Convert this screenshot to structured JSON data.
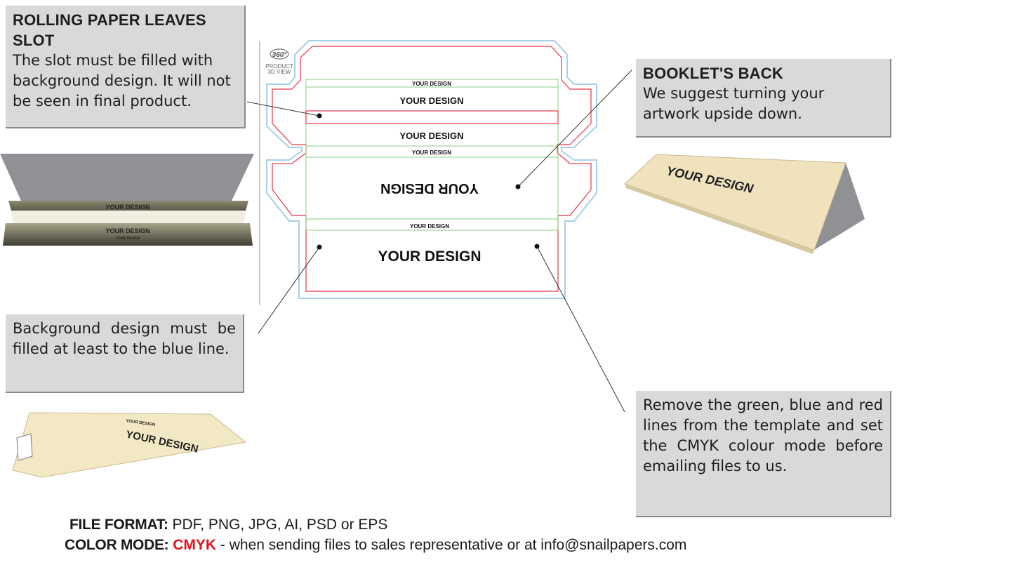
{
  "notes": {
    "slot": {
      "title": "ROLLING PAPER LEAVES SLOT",
      "body": "The slot must be filled with background design. It will not be seen in final product."
    },
    "back": {
      "title": "BOOKLET'S BACK",
      "body": "We suggest turning your artwork upside down."
    },
    "background": {
      "body": "Background design must be filled at least to the blue line."
    },
    "remove": {
      "body": "Remove the green, blue and red lines from the template and set the CMYK colour mode before emailing files to us."
    }
  },
  "badge": {
    "number": "360°",
    "line1": "PRODUCT",
    "line2": "3D VIEW"
  },
  "template": {
    "small_label": "YOUR DESIGN",
    "label": "YOUR DESIGN",
    "upside_label": "YOUR DESIGN",
    "main_label": "YOUR DESIGN"
  },
  "mockups": {
    "left_top": [
      "YOUR DESIGN",
      "YOUR DESIGN",
      "YOUR DESIGN"
    ],
    "right": "YOUR DESIGN",
    "left_bottom": [
      "YOUR DESIGN",
      "YOUR DESIGN"
    ]
  },
  "footer": {
    "format_label": "FILE FORMAT:",
    "format_value": "PDF, PNG, JPG, AI, PSD or EPS",
    "mode_label": "COLOR MODE:",
    "mode_value": "CMYK",
    "mode_rest": "- when sending files to sales representative or at info@snailpapers.com"
  },
  "colors": {
    "red_line": "#e8354a",
    "green_line": "#7fcf7f",
    "blue_line": "#9ec9e8",
    "callout_bg": "#d9d9d9",
    "paper": "#f3e8c4",
    "cmyk": "#e3141b"
  }
}
